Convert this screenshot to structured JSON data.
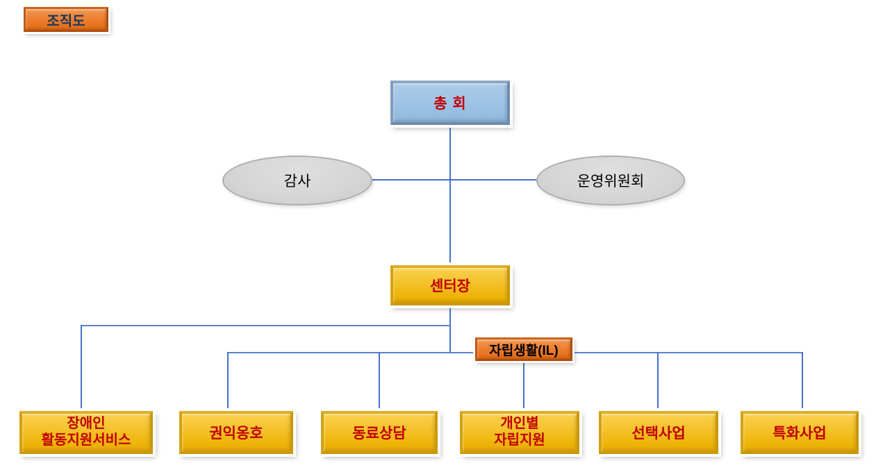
{
  "page": {
    "badge_label": "조직도"
  },
  "colors": {
    "connector_blue": "#4472C4",
    "node_gold": "#F2BD1D",
    "node_orange": "#ED7D31",
    "node_blue": "#9DC3E6",
    "node_gray": "#D9D9D9",
    "text_red": "#C00000",
    "text_navy": "#17375E",
    "text_black": "#000000"
  },
  "org": {
    "root": {
      "label": "총 회"
    },
    "oversight": [
      {
        "label": "감사"
      },
      {
        "label": "운영위원회"
      }
    ],
    "director": {
      "label": "센터장"
    },
    "il_unit": {
      "label": "자립생활(IL)"
    },
    "departments": [
      {
        "lines": [
          "장애인",
          "활동지원서비스"
        ]
      },
      {
        "label": "권익옹호"
      },
      {
        "label": "동료상담"
      },
      {
        "lines": [
          "개인별",
          "자립지원"
        ]
      },
      {
        "label": "선택사업"
      },
      {
        "label": "특화사업"
      }
    ]
  }
}
